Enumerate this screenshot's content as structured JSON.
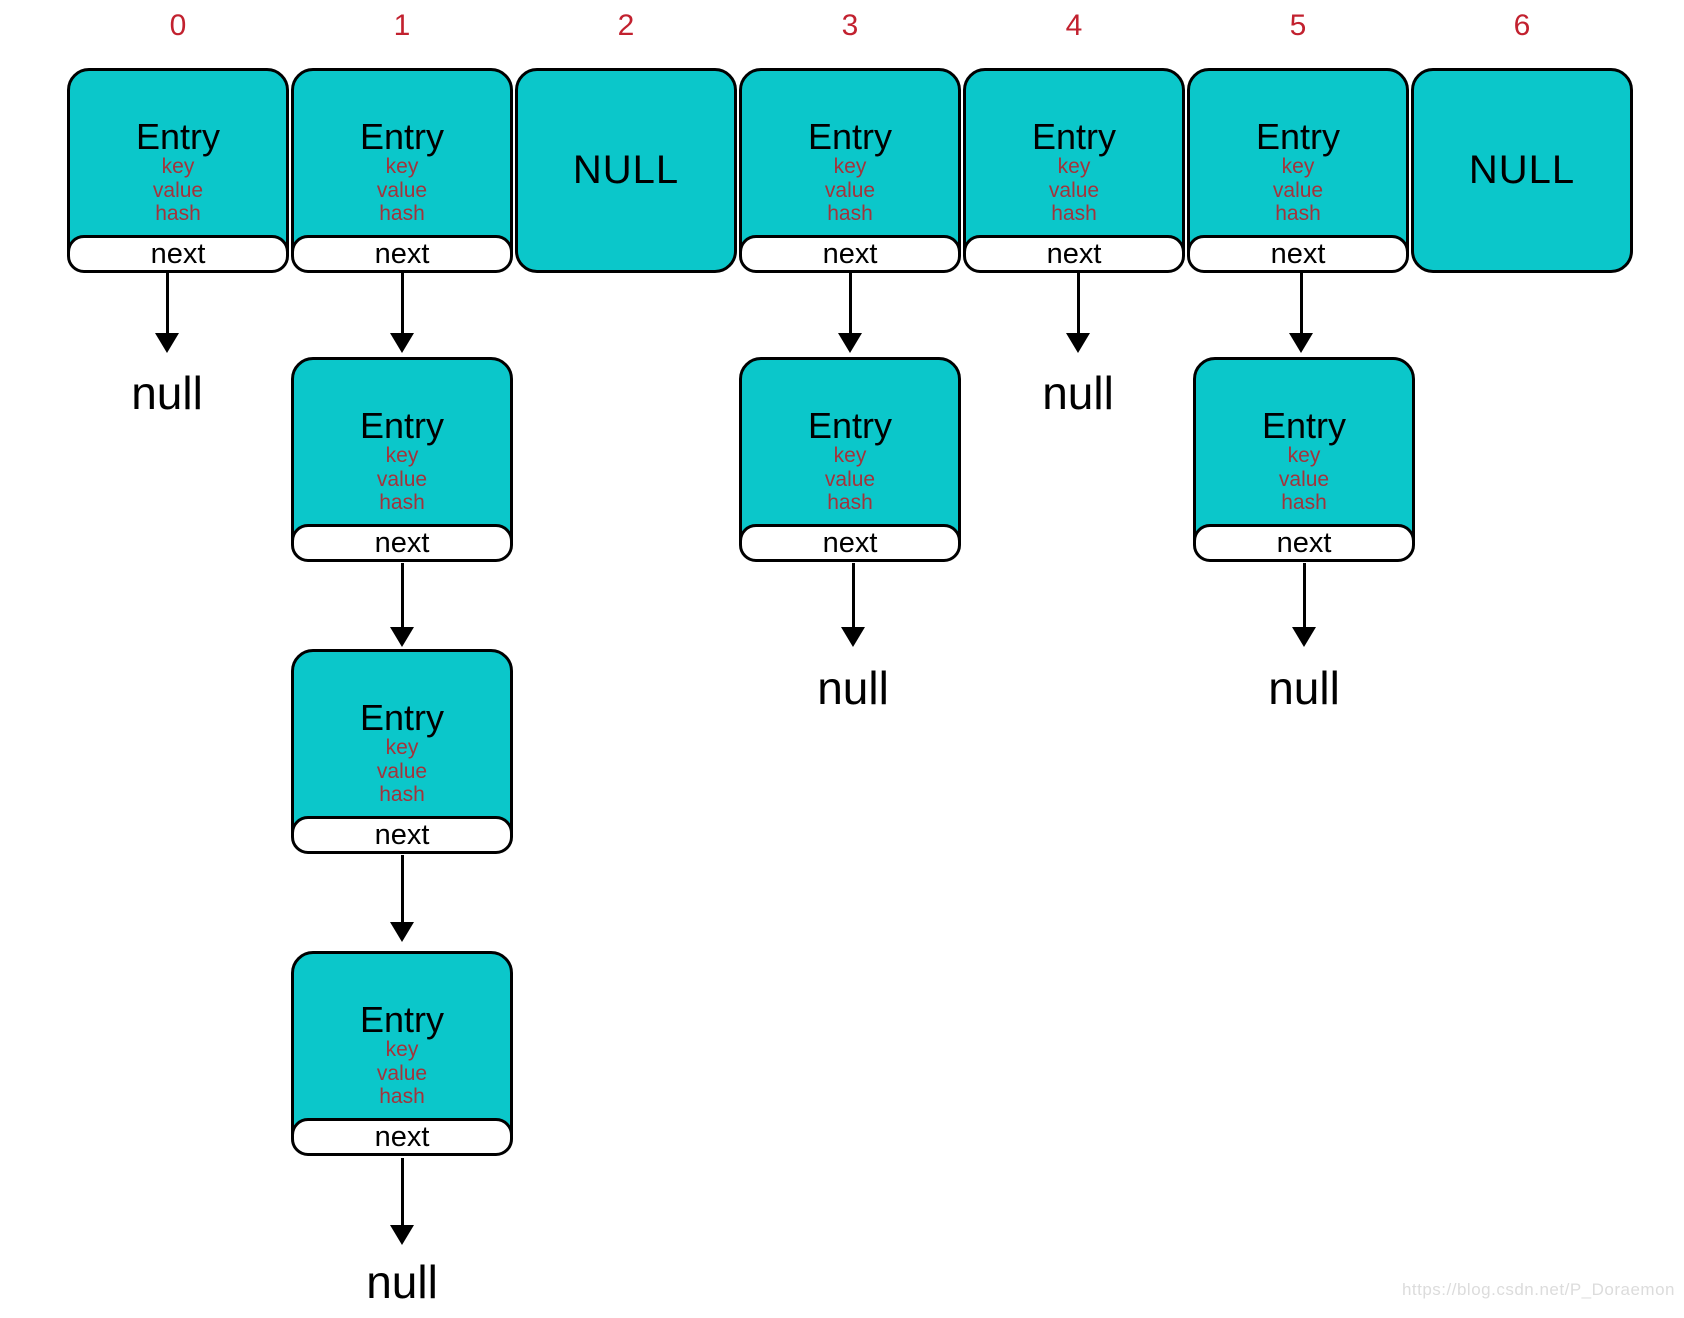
{
  "indices": [
    "0",
    "1",
    "2",
    "3",
    "4",
    "5",
    "6"
  ],
  "labels": {
    "entry": "Entry",
    "key": "key",
    "value": "value",
    "hash": "hash",
    "next": "next",
    "bucket_null": "NULL",
    "chain_null": "null"
  },
  "colors": {
    "node_fill": "#0BC7CA",
    "node_border": "#000000",
    "index_text": "#C2212F",
    "field_text": "#A4333B",
    "arrow": "#000000",
    "watermark_text": "#DCDCDC"
  },
  "buckets": [
    {
      "index": "0",
      "chain": [
        "entry"
      ],
      "terminator": "null"
    },
    {
      "index": "1",
      "chain": [
        "entry",
        "entry",
        "entry",
        "entry"
      ],
      "terminator": "null"
    },
    {
      "index": "2",
      "chain": [],
      "terminator": "NULL"
    },
    {
      "index": "3",
      "chain": [
        "entry",
        "entry"
      ],
      "terminator": "null"
    },
    {
      "index": "4",
      "chain": [
        "entry"
      ],
      "terminator": "null"
    },
    {
      "index": "5",
      "chain": [
        "entry",
        "entry"
      ],
      "terminator": "null"
    },
    {
      "index": "6",
      "chain": [],
      "terminator": "NULL"
    }
  ],
  "watermark": "https://blog.csdn.net/P_Doraemon"
}
